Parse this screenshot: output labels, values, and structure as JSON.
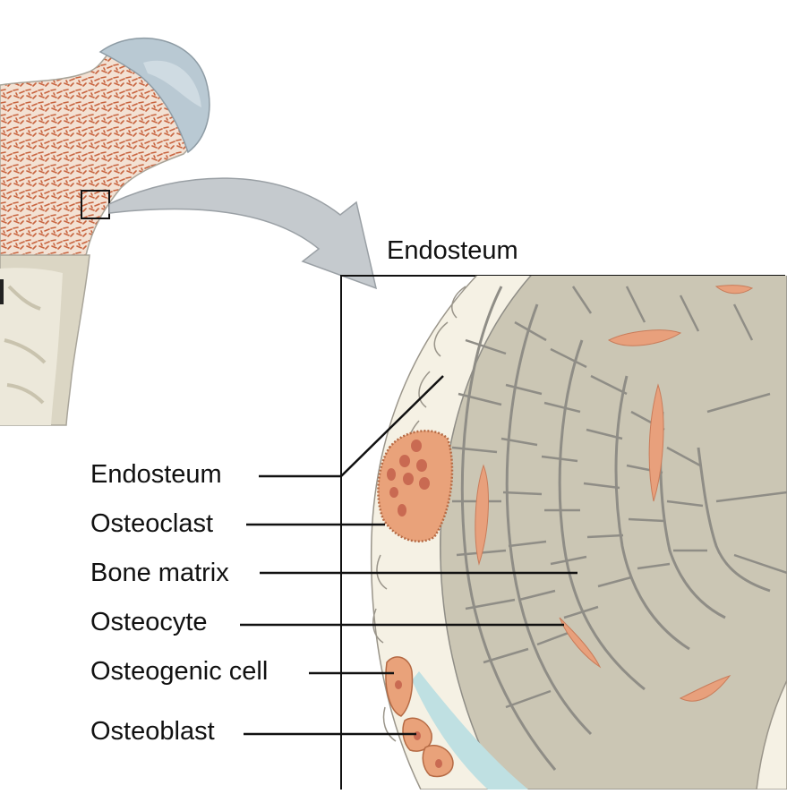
{
  "title": "Endosteum",
  "labels": {
    "endosteum": "Endosteum",
    "osteoclast": "Osteoclast",
    "bone_matrix": "Bone matrix",
    "osteocyte": "Osteocyte",
    "osteogenic_cell": "Osteogenic cell",
    "osteoblast": "Osteoblast"
  },
  "colors": {
    "bone_matrix": "#cbc6b4",
    "matrix_lines": "#8f8d86",
    "osteocyte": "#e8a07c",
    "osteoclast": "#e9a27a",
    "osteoclast_nucleus": "#c96a52",
    "cartilage": "#b9c9d3",
    "spongy_bone": "#c8643f",
    "shaft": "#dbd6c4",
    "periosteal_cells": "#f5f1e4",
    "canal": "#bfe0e2",
    "arrow": "#c5cace"
  }
}
